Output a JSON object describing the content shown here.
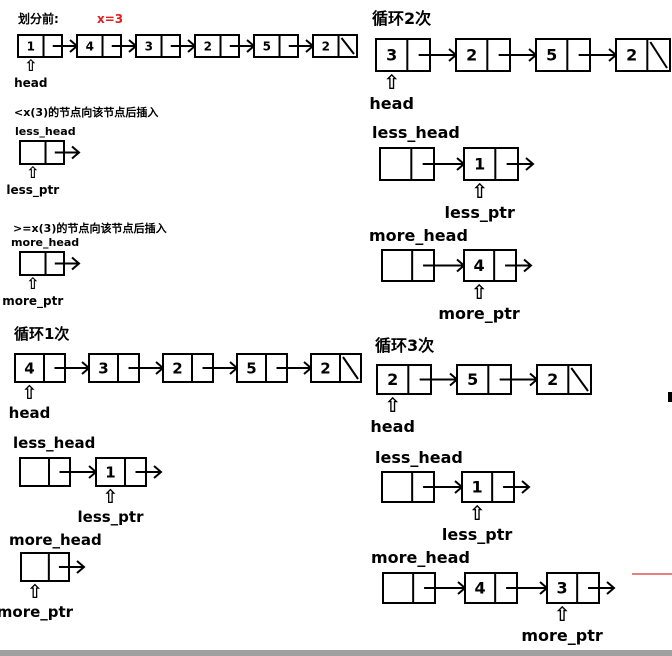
{
  "accent_color": "#e02020",
  "line_color": "#000000",
  "separator_color": "#cc0000",
  "arrow_glyph": "⇧",
  "sections": [
    {
      "id": "before",
      "heading": "划分前:",
      "note": "x=3",
      "rows": [
        {
          "label": "",
          "nodes": [
            "1",
            "4",
            "3",
            "2",
            "5",
            "2"
          ],
          "terminal": true,
          "pointer": "head",
          "pointer_node": 0
        },
        {
          "label": "<x(3)的节点向该节点后插入",
          "sublabel": "less_head",
          "nodes": [
            ""
          ],
          "terminal": false,
          "pointer": "less_ptr",
          "pointer_node": 0
        },
        {
          "label": ">=x(3)的节点向该节点后插入",
          "sublabel": "more_head",
          "nodes": [
            ""
          ],
          "terminal": false,
          "pointer": "more_ptr",
          "pointer_node": 0
        }
      ]
    },
    {
      "id": "loop1",
      "heading": "循环1次",
      "rows": [
        {
          "label": "",
          "nodes": [
            "4",
            "3",
            "2",
            "5",
            "2"
          ],
          "terminal": true,
          "pointer": "head",
          "pointer_node": 0
        },
        {
          "label": "less_head",
          "nodes": [
            "",
            "1"
          ],
          "terminal": false,
          "pointer": "less_ptr",
          "pointer_node": 1
        },
        {
          "label": "more_head",
          "nodes": [
            ""
          ],
          "terminal": false,
          "pointer": "more_ptr",
          "pointer_node": 0
        }
      ]
    },
    {
      "id": "loop2",
      "heading": "循环2次",
      "rows": [
        {
          "label": "",
          "nodes": [
            "3",
            "2",
            "5",
            "2"
          ],
          "terminal": true,
          "pointer": "head",
          "pointer_node": 0
        },
        {
          "label": "less_head",
          "nodes": [
            "",
            "1"
          ],
          "terminal": false,
          "pointer": "less_ptr",
          "pointer_node": 1
        },
        {
          "label": "more_head",
          "nodes": [
            "",
            "4"
          ],
          "terminal": false,
          "pointer": "more_ptr",
          "pointer_node": 1
        }
      ]
    },
    {
      "id": "loop3",
      "heading": "循环3次",
      "rows": [
        {
          "label": "",
          "nodes": [
            "2",
            "5",
            "2"
          ],
          "terminal": true,
          "pointer": "head",
          "pointer_node": 0
        },
        {
          "label": "less_head",
          "nodes": [
            "",
            "1"
          ],
          "terminal": false,
          "pointer": "less_ptr",
          "pointer_node": 1
        },
        {
          "label": "more_head",
          "nodes": [
            "",
            "4",
            "3"
          ],
          "terminal": false,
          "pointer": "more_ptr",
          "pointer_node": 2
        }
      ]
    }
  ]
}
